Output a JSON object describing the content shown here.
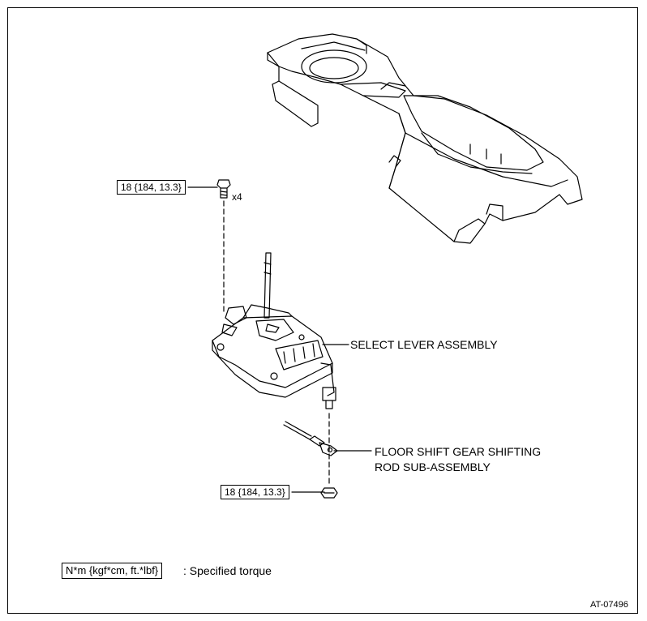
{
  "torque_values": {
    "upper": "18 {184, 13.3}",
    "lower": "18 {184, 13.3}"
  },
  "quantity": "x4",
  "labels": {
    "select_lever": "SELECT LEVER ASSEMBLY",
    "floor_shift_line1": "FLOOR SHIFT GEAR SHIFTING",
    "floor_shift_line2": "ROD SUB-ASSEMBLY"
  },
  "legend": {
    "unit": "N*m {kgf*cm, ft.*lbf}",
    "text": ": Specified torque"
  },
  "figure_id": "AT-07496"
}
